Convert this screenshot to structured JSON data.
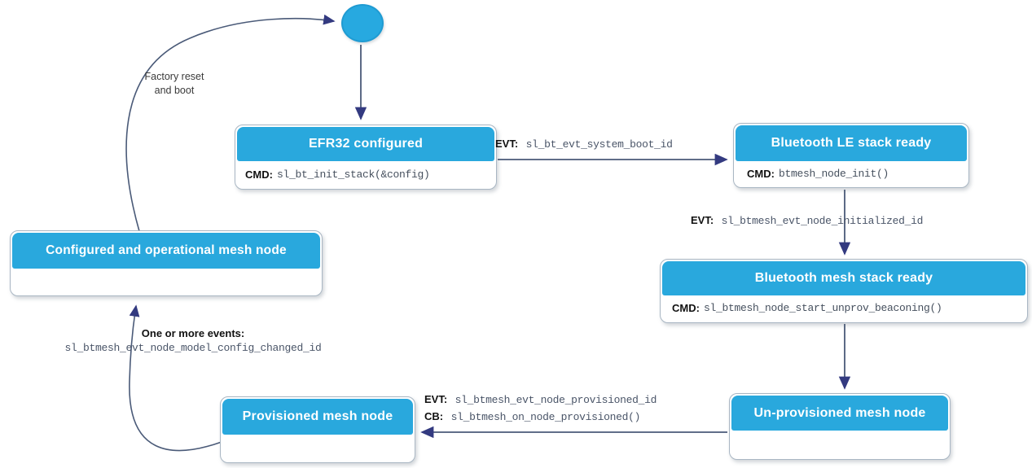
{
  "states": {
    "efr32": {
      "title": "EFR32 configured",
      "cmd_label": "CMD:",
      "cmd_code": "sl_bt_init_stack(&config)"
    },
    "le_ready": {
      "title": "Bluetooth LE stack ready",
      "cmd_label": "CMD:",
      "cmd_code": "btmesh_node_init()"
    },
    "mesh_ready": {
      "title": "Bluetooth mesh stack ready",
      "cmd_label": "CMD:",
      "cmd_code": "sl_btmesh_node_start_unprov_beaconing()"
    },
    "unprovisioned": {
      "title": "Un-provisioned mesh node"
    },
    "provisioned": {
      "title": "Provisioned mesh node"
    },
    "configured": {
      "title": "Configured and operational mesh node"
    }
  },
  "transitions": {
    "system_boot": {
      "label": "EVT:",
      "code": "sl_bt_evt_system_boot_id"
    },
    "node_initialized": {
      "label": "EVT:",
      "code": "sl_btmesh_evt_node_initialized_id"
    },
    "node_provisioned": {
      "evt_label": "EVT:",
      "evt_code": "sl_btmesh_evt_node_provisioned_id",
      "cb_label": "CB:",
      "cb_code": "sl_btmesh_on_node_provisioned()"
    },
    "config_changed": {
      "label": "One or more events:",
      "code": "sl_btmesh_evt_node_model_config_changed_id"
    },
    "factory_reset": {
      "line1": "Factory reset",
      "line2": "and boot"
    }
  },
  "colors": {
    "state_header_blue": "#29a8dd",
    "start_node_blue": "#27a9e0",
    "arrow_line": "#4a5a78",
    "arrowhead": "#333a80",
    "state_border": "#a9b6c3"
  }
}
